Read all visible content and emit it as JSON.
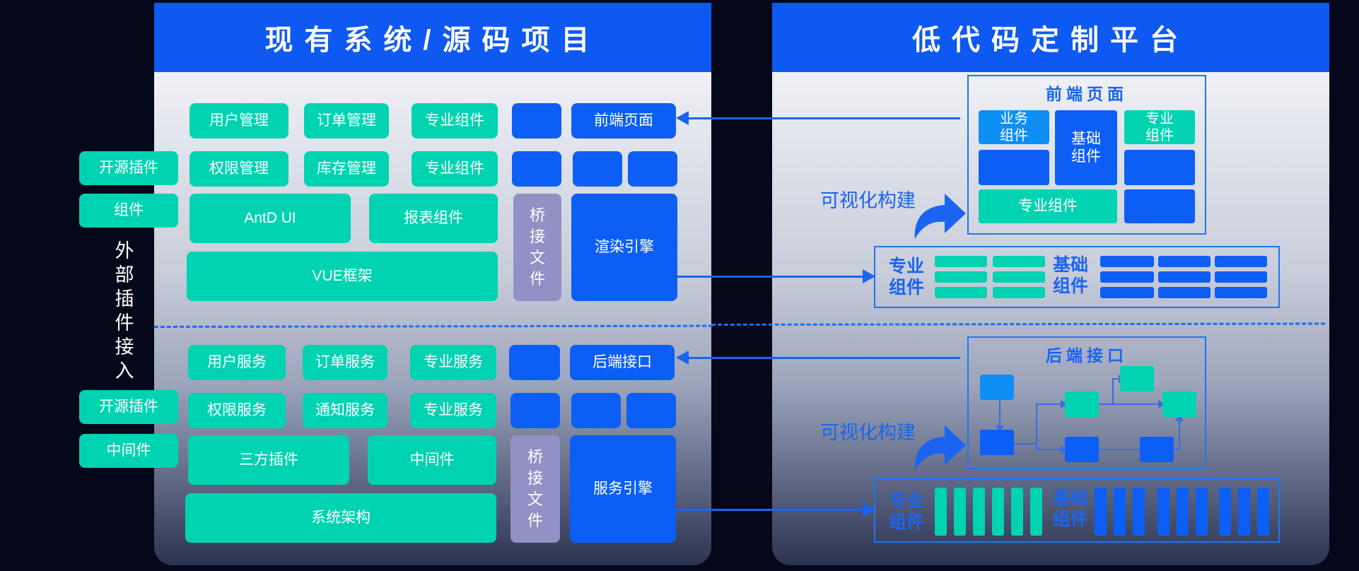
{
  "left_panel": {
    "title": "现有系统/源码项目",
    "frontend": {
      "row1": [
        "用户管理",
        "订单管理",
        "专业组件"
      ],
      "frontend_page": "前端页面",
      "row2": [
        "权限管理",
        "库存管理",
        "专业组件"
      ],
      "antd": "AntD UI",
      "report": "报表组件",
      "bridge": "桥接文件",
      "render_engine": "渲染引擎",
      "vue": "VUE框架"
    },
    "backend": {
      "row1": [
        "用户服务",
        "订单服务",
        "专业服务"
      ],
      "backend_api": "后端接口",
      "row2": [
        "权限服务",
        "通知服务",
        "专业服务"
      ],
      "third_party": "三方插件",
      "middleware": "中间件",
      "bridge": "桥接文件",
      "service_engine": "服务引擎",
      "system_arch": "系统架构"
    }
  },
  "external": {
    "open_source_plugin_1": "开源插件",
    "components": "组件",
    "vertical_label": "外部插件接入",
    "open_source_plugin_2": "开源插件",
    "middleware": "中间件"
  },
  "right_panel": {
    "title": "低代码定制平台",
    "frontend_frame": {
      "title": "前端页面",
      "business": "业务组件",
      "basic": "基础组件",
      "professional_small": "专业组件",
      "professional_wide": "专业组件"
    },
    "visual_build_1": "可视化构建",
    "library_1": {
      "professional": "专业组件",
      "basic": "基础组件"
    },
    "backend_frame": {
      "title": "后端接口"
    },
    "visual_build_2": "可视化构建",
    "library_2": {
      "professional": "专业组件",
      "basic": "基础组件"
    }
  },
  "colors": {
    "teal": "#00d3b1",
    "blue": "#0d5ef5",
    "light_blue": "#0d8ff5",
    "purple": "#9191c6",
    "background": "#05071a"
  }
}
